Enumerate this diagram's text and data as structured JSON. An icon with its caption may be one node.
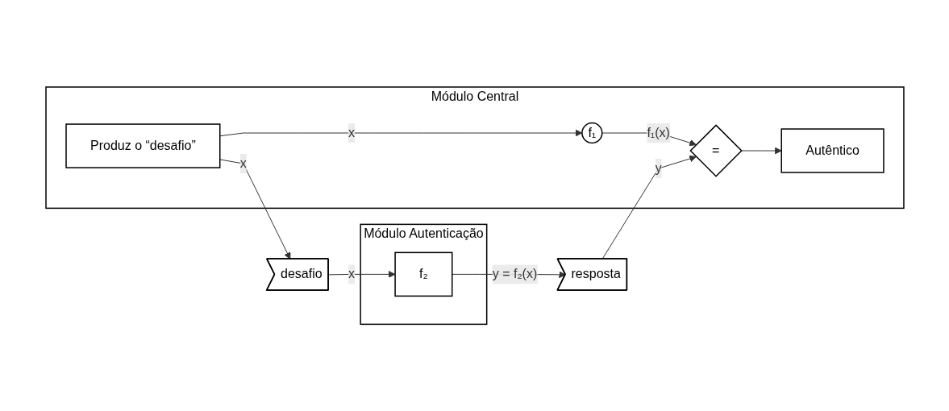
{
  "diagram": {
    "nodes": [
      {
        "text": [
          "Módulo Central"
        ]
      },
      {
        "text": [
          "Produz o “desafio”"
        ],
        "in": 0
      },
      {
        "text": [
          "f₁"
        ],
        "in": 0
      },
      {
        "text": [
          "="
        ],
        "in": 0
      },
      {
        "text": [
          "Autêntico"
        ],
        "in": 0
      },
      {
        "text": [
          "desafio"
        ]
      },
      {
        "text": [
          "resposta"
        ]
      },
      {
        "text": [
          "Módulo Autenticação"
        ]
      },
      {
        "text": [
          "f₂"
        ],
        "in": 7
      }
    ],
    "edges": [
      {
        "from": 1,
        "to": 5,
        "arrow": "to",
        "label": "x"
      },
      {
        "from": 1,
        "to": 2,
        "arrow": "to",
        "label": "x"
      },
      {
        "from": 5,
        "to": 8,
        "arrow": "to",
        "label": "x"
      },
      {
        "from": 8,
        "to": 6,
        "arrow": "to",
        "label": "y = f₂(x)"
      },
      {
        "from": 2,
        "to": 3,
        "arrow": "to",
        "label": "f₁(x)"
      },
      {
        "from": 6,
        "to": 3,
        "arrow": "to",
        "label": "y"
      },
      {
        "from": 3,
        "to": 4,
        "arrow": "to"
      }
    ]
  }
}
